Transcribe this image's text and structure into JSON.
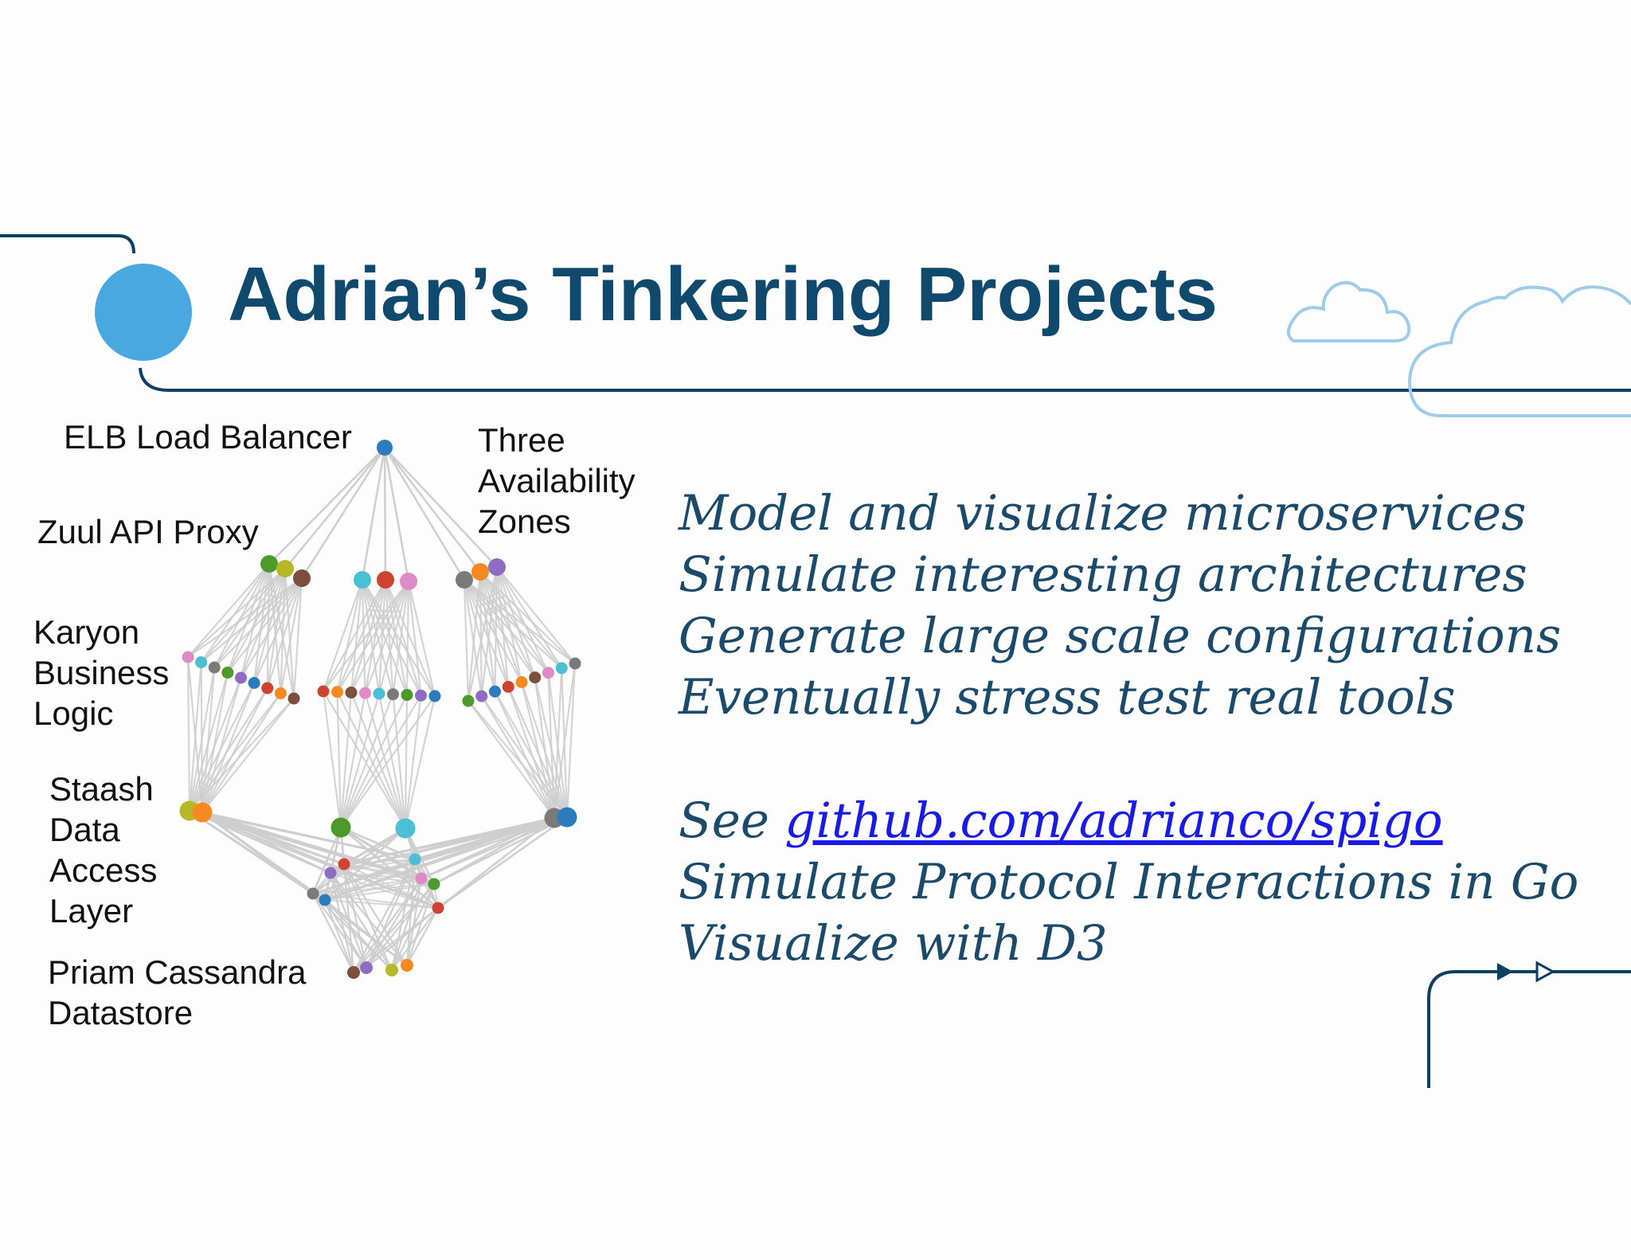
{
  "title": "Adrian’s Tinkering Projects",
  "diagram": {
    "labels": {
      "elb": "ELB Load Balancer",
      "zones": [
        "Three",
        "Availability",
        "Zones"
      ],
      "zuul": "Zuul API Proxy",
      "karyon": [
        "Karyon",
        "Business",
        "Logic"
      ],
      "staash": [
        "Staash",
        "Data",
        "Access",
        "Layer"
      ],
      "priam": [
        "Priam Cassandra",
        "Datastore"
      ]
    }
  },
  "bullets": [
    "Model and visualize microservices",
    "Simulate interesting architectures",
    "Generate large scale configurations",
    "Eventually stress test real tools"
  ],
  "see": {
    "prefix": "See ",
    "link": "github.com/adrianco/spigo"
  },
  "details": [
    "Simulate Protocol Interactions in Go",
    "Visualize with D3"
  ],
  "colors": {
    "title": "#0f4a6e",
    "accent_dot": "#4aa8e0",
    "decor_line": "#0f3f63",
    "cloud": "#9fcde9",
    "edge": "#cdcdcd",
    "body_text": "#1b4a6b",
    "link": "#1a1ae6"
  }
}
